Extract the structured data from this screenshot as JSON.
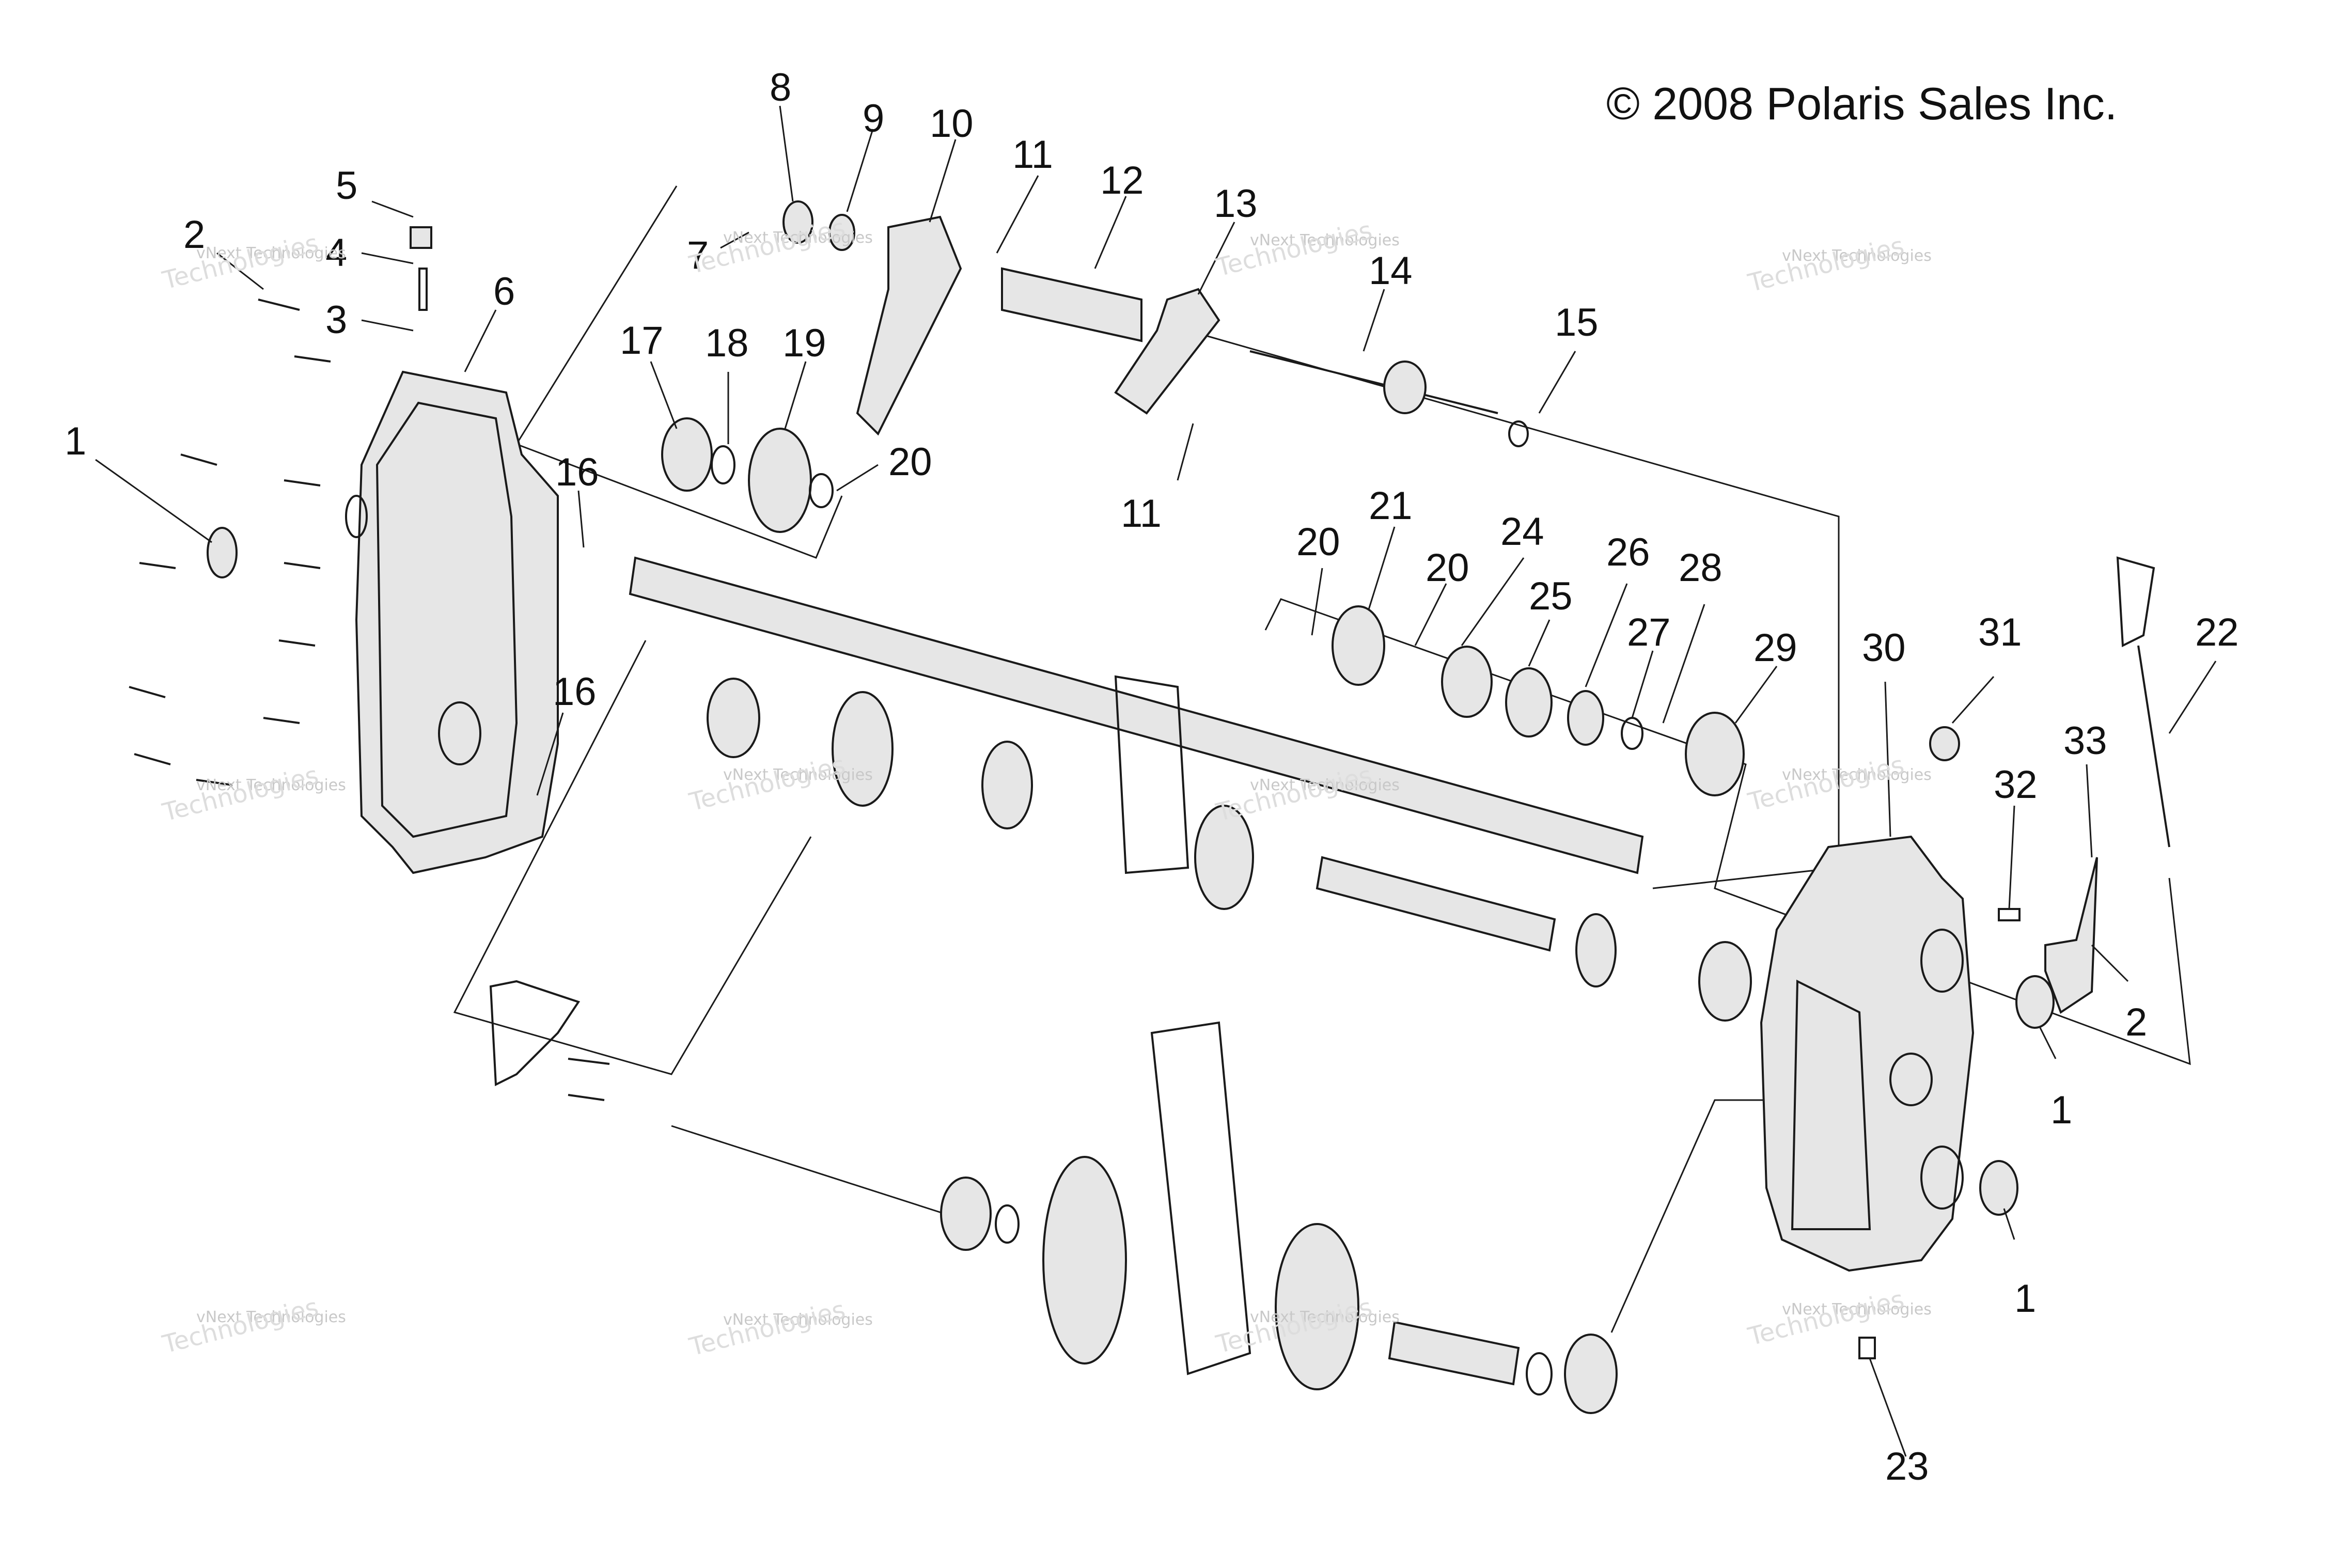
{
  "copyright": "© 2008 Polaris Sales Inc.",
  "watermark": {
    "line1": "vNext Technologies",
    "line2": "Technologies"
  },
  "callouts": [
    "1",
    "1",
    "1",
    "2",
    "2",
    "3",
    "4",
    "5",
    "6",
    "7",
    "8",
    "9",
    "10",
    "11",
    "11",
    "12",
    "13",
    "14",
    "15",
    "16",
    "16",
    "17",
    "18",
    "19",
    "20",
    "20",
    "20",
    "21",
    "22",
    "23",
    "24",
    "25",
    "26",
    "27",
    "28",
    "29",
    "30",
    "31",
    "32",
    "33"
  ]
}
